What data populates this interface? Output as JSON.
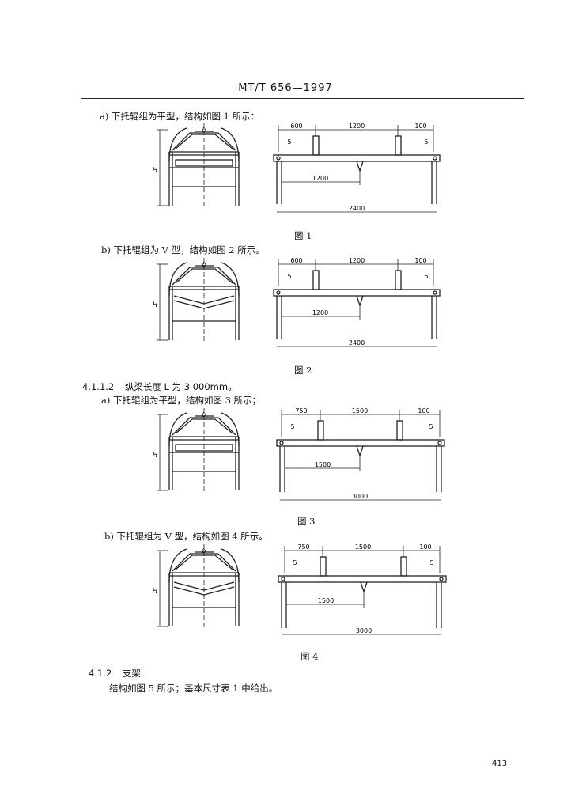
{
  "header": {
    "standard_no": "MT/T 656—1997"
  },
  "items": [
    {
      "id": "a1",
      "text": "a) 下托辊组为平型，结构如图 1 所示："
    },
    {
      "id": "b1",
      "text": "b) 下托辊组为 V 型，结构如图 2 所示。"
    },
    {
      "id": "a2",
      "text": "a) 下托辊组为平型，结构如图 3 所示；"
    },
    {
      "id": "b2",
      "text": "b) 下托辊组为 V 型，结构如图 4 所示。"
    }
  ],
  "sections": [
    {
      "number": "4.1.1.2",
      "title": "纵梁长度 L 为 3 000mm。"
    },
    {
      "number": "4.1.2",
      "title": "支架"
    }
  ],
  "body_text": "结构如图 5 所示；基本尺寸表 1 中给出。",
  "figures": [
    {
      "caption": "图 1",
      "cross_section": {
        "dim_top": "b",
        "dim_side": "H",
        "lower_idler": "flat"
      },
      "side_view": {
        "dim_top_left": "600",
        "dim_top_mid": "1200",
        "dim_top_right": "100",
        "dim_left_small": "5",
        "dim_right_small": "5",
        "dim_mid": "1200",
        "dim_total": "2400"
      }
    },
    {
      "caption": "图 2",
      "cross_section": {
        "dim_top": "b",
        "dim_side": "H",
        "lower_idler": "V"
      },
      "side_view": {
        "dim_top_left": "600",
        "dim_top_mid": "1200",
        "dim_top_right": "100",
        "dim_left_small": "5",
        "dim_right_small": "5",
        "dim_mid": "1200",
        "dim_total": "2400"
      }
    },
    {
      "caption": "图 3",
      "cross_section": {
        "dim_top": "b",
        "dim_side": "H",
        "lower_idler": "flat"
      },
      "side_view": {
        "dim_top_left": "750",
        "dim_top_mid": "1500",
        "dim_top_right": "100",
        "dim_left_small": "5",
        "dim_right_small": "5",
        "dim_mid": "1500",
        "dim_total": "3000"
      }
    },
    {
      "caption": "图 4",
      "cross_section": {
        "dim_top": "b",
        "dim_side": "H",
        "lower_idler": "V"
      },
      "side_view": {
        "dim_top_left": "750",
        "dim_top_mid": "1500",
        "dim_top_right": "100",
        "dim_left_small": "5",
        "dim_right_small": "5",
        "dim_mid": "1500",
        "dim_total": "3000"
      }
    }
  ],
  "page_number": "413"
}
